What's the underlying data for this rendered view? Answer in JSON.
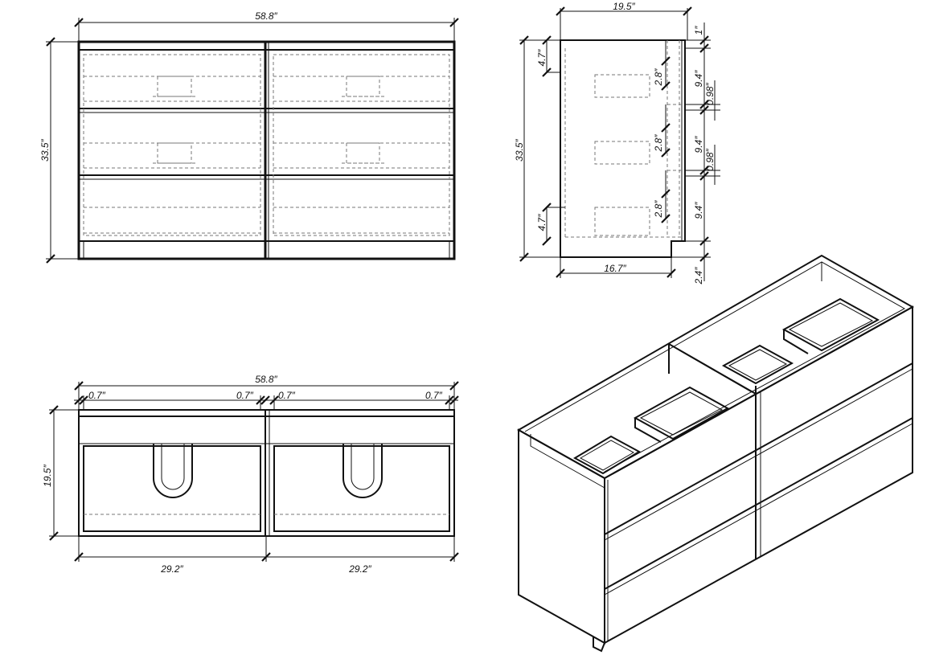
{
  "front": {
    "width": "58.8″",
    "height": "33.5″"
  },
  "side": {
    "depth": "19.5″",
    "height": "33.5″",
    "top": "1″",
    "drawer_height": "9.4″",
    "gap": "0.98″",
    "handle": "2.8″",
    "offset": "4.7″",
    "base_depth": "16.7″",
    "toe_kick": "2.4″"
  },
  "top": {
    "width": "58.8″",
    "edge": "0.7″",
    "depth": "19.5″",
    "half_width": "29.2″"
  }
}
